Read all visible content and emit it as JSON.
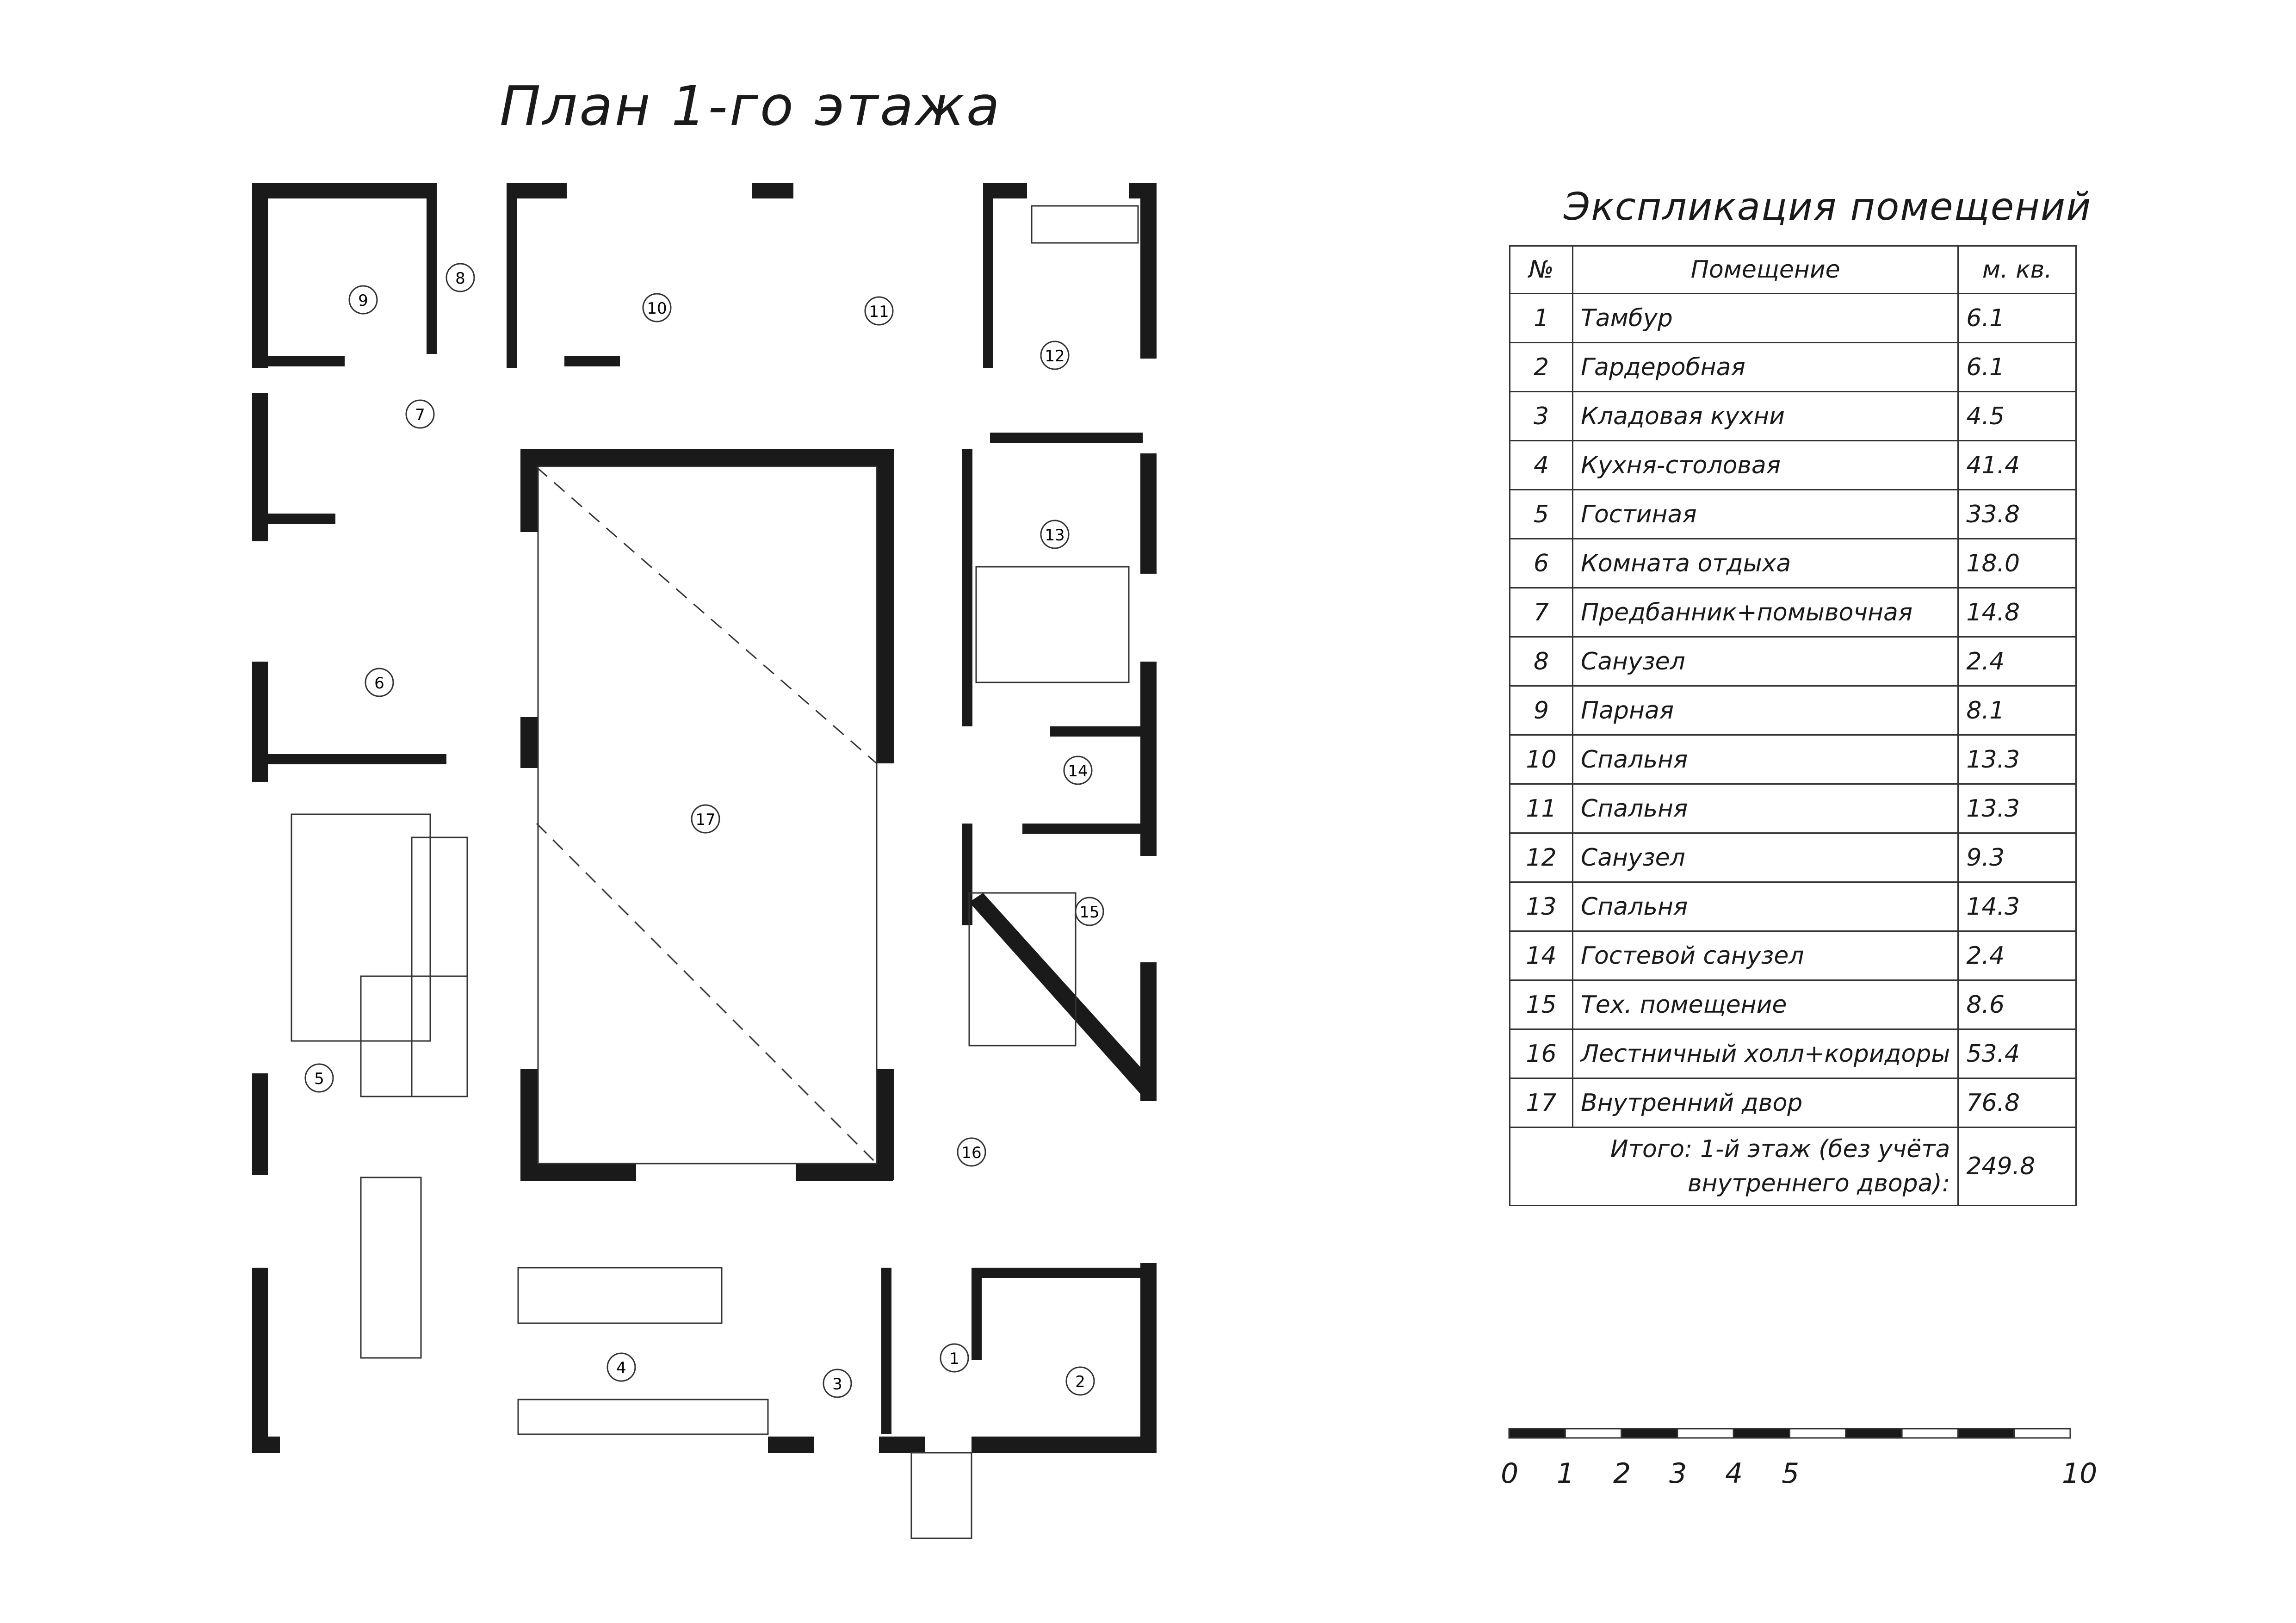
{
  "page": {
    "title": "План 1-го этажа"
  },
  "explication": {
    "title": "Экспликация помещений",
    "headers": {
      "num": "№",
      "room": "Помещение",
      "area": "м. кв."
    },
    "rows": [
      {
        "num": "1",
        "name": "Тамбур",
        "area": "6.1"
      },
      {
        "num": "2",
        "name": "Гардеробная",
        "area": "6.1"
      },
      {
        "num": "3",
        "name": "Кладовая кухни",
        "area": "4.5"
      },
      {
        "num": "4",
        "name": "Кухня-столовая",
        "area": "41.4"
      },
      {
        "num": "5",
        "name": "Гостиная",
        "area": "33.8"
      },
      {
        "num": "6",
        "name": "Комната отдыха",
        "area": "18.0"
      },
      {
        "num": "7",
        "name": "Предбанник+помывочная",
        "area": "14.8"
      },
      {
        "num": "8",
        "name": "Санузел",
        "area": "2.4"
      },
      {
        "num": "9",
        "name": "Парная",
        "area": "8.1"
      },
      {
        "num": "10",
        "name": "Спальня",
        "area": "13.3"
      },
      {
        "num": "11",
        "name": "Спальня",
        "area": "13.3"
      },
      {
        "num": "12",
        "name": "Санузел",
        "area": "9.3"
      },
      {
        "num": "13",
        "name": "Спальня",
        "area": "14.3"
      },
      {
        "num": "14",
        "name": "Гостевой санузел",
        "area": "2.4"
      },
      {
        "num": "15",
        "name": "Тех. помещение",
        "area": "8.6"
      },
      {
        "num": "16",
        "name": "Лестничный холл+коридоры",
        "area": "53.4"
      },
      {
        "num": "17",
        "name": "Внутренний двор",
        "area": "76.8"
      }
    ],
    "total_label": "Итого: 1-й этаж (без учёта внутреннего двора):",
    "total_value": "249.8"
  },
  "scale": {
    "labels": [
      "0",
      "1",
      "2",
      "3",
      "4",
      "5",
      "10"
    ]
  },
  "room_tags": [
    "1",
    "2",
    "3",
    "4",
    "5",
    "6",
    "7",
    "8",
    "9",
    "10",
    "11",
    "12",
    "13",
    "14",
    "15",
    "16",
    "17"
  ],
  "colors": {
    "wall": "#1a1a1a",
    "line": "#333333",
    "background": "#ffffff"
  }
}
